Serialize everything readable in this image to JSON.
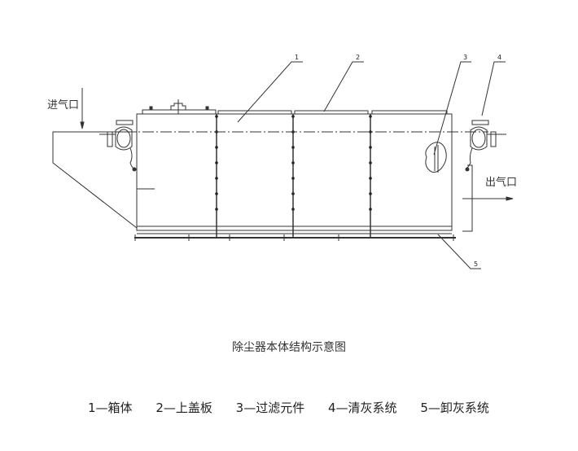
{
  "diagram": {
    "callouts": [
      "1",
      "2",
      "3",
      "4",
      "5"
    ],
    "inlet_label": "进气口",
    "outlet_label": "出气口"
  },
  "caption": "除尘器本体结构示意图",
  "legend": [
    "1—箱体",
    "2—上盖板",
    "3—过滤元件",
    "4—清灰系统",
    "5—卸灰系统"
  ]
}
